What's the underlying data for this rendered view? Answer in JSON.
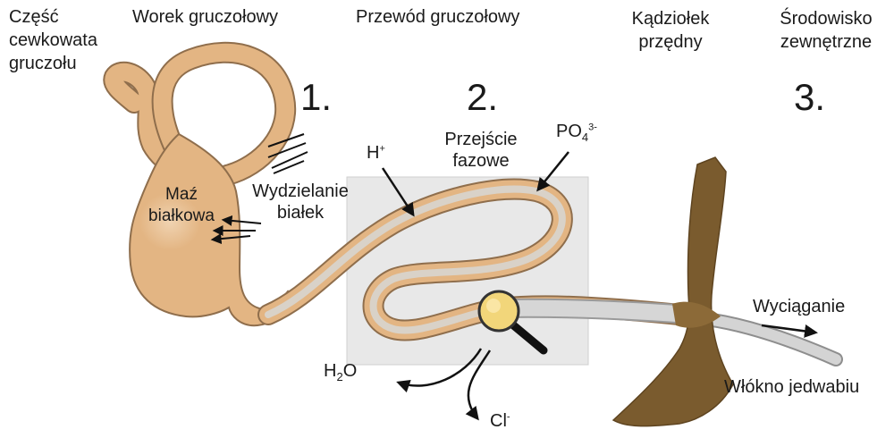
{
  "columns": {
    "gland_tubular_part": [
      "Część",
      "cewkowata",
      "gruczołu"
    ],
    "gland_sac": "Worek gruczołowy",
    "gland_duct": "Przewód gruczołowy",
    "spinneret": [
      "Kądziołek",
      "przędny"
    ],
    "environment": [
      "Środowisko",
      "zewnętrzne"
    ]
  },
  "stages": {
    "one": "1.",
    "two": "2.",
    "three": "3."
  },
  "annotations": {
    "protein_dope": [
      "Maź",
      "białkowa"
    ],
    "protein_secretion": [
      "Wydzielanie",
      "białek"
    ],
    "phase_transition": [
      "Przejście",
      "fazowe"
    ],
    "proton": {
      "base": "H",
      "sup": "+"
    },
    "phosphate": {
      "base": "PO",
      "sub": "4",
      "sup": "3-"
    },
    "water": {
      "base": "H",
      "sub": "2",
      "tail": "O"
    },
    "chloride": {
      "base": "Cl",
      "sup": "-"
    },
    "pulling": "Wyciąganie",
    "silk_fiber": "Włókno jedwabiu"
  },
  "colors": {
    "gland_fill": "#e3b583",
    "gland_outline": "#8f6e4c",
    "duct_inner": "#d9d2c8",
    "duct_panel": "#e6e6e6",
    "spinneret": "#7a5b2e",
    "fiber": "#c9c9c9",
    "lens": "#f2d67a"
  }
}
